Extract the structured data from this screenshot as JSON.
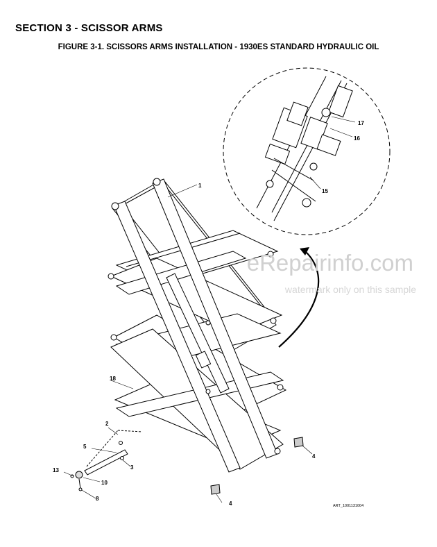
{
  "section_title": "SECTION 3 - SCISSOR ARMS",
  "figure_title": "FIGURE 3-1. SCISSORS ARMS INSTALLATION - 1930ES STANDARD HYDRAULIC OIL",
  "callouts": {
    "c1": "1",
    "c2": "2",
    "c3": "3",
    "c4a": "4",
    "c4b": "4",
    "c5": "5",
    "c8": "8",
    "c10": "10",
    "c13": "13",
    "c15": "15",
    "c16": "16",
    "c17": "17",
    "c18": "18"
  },
  "art_number": "ART_1001131004",
  "watermark": {
    "brand": "eRepairinfo.com",
    "note": "watermark only on this sample"
  }
}
